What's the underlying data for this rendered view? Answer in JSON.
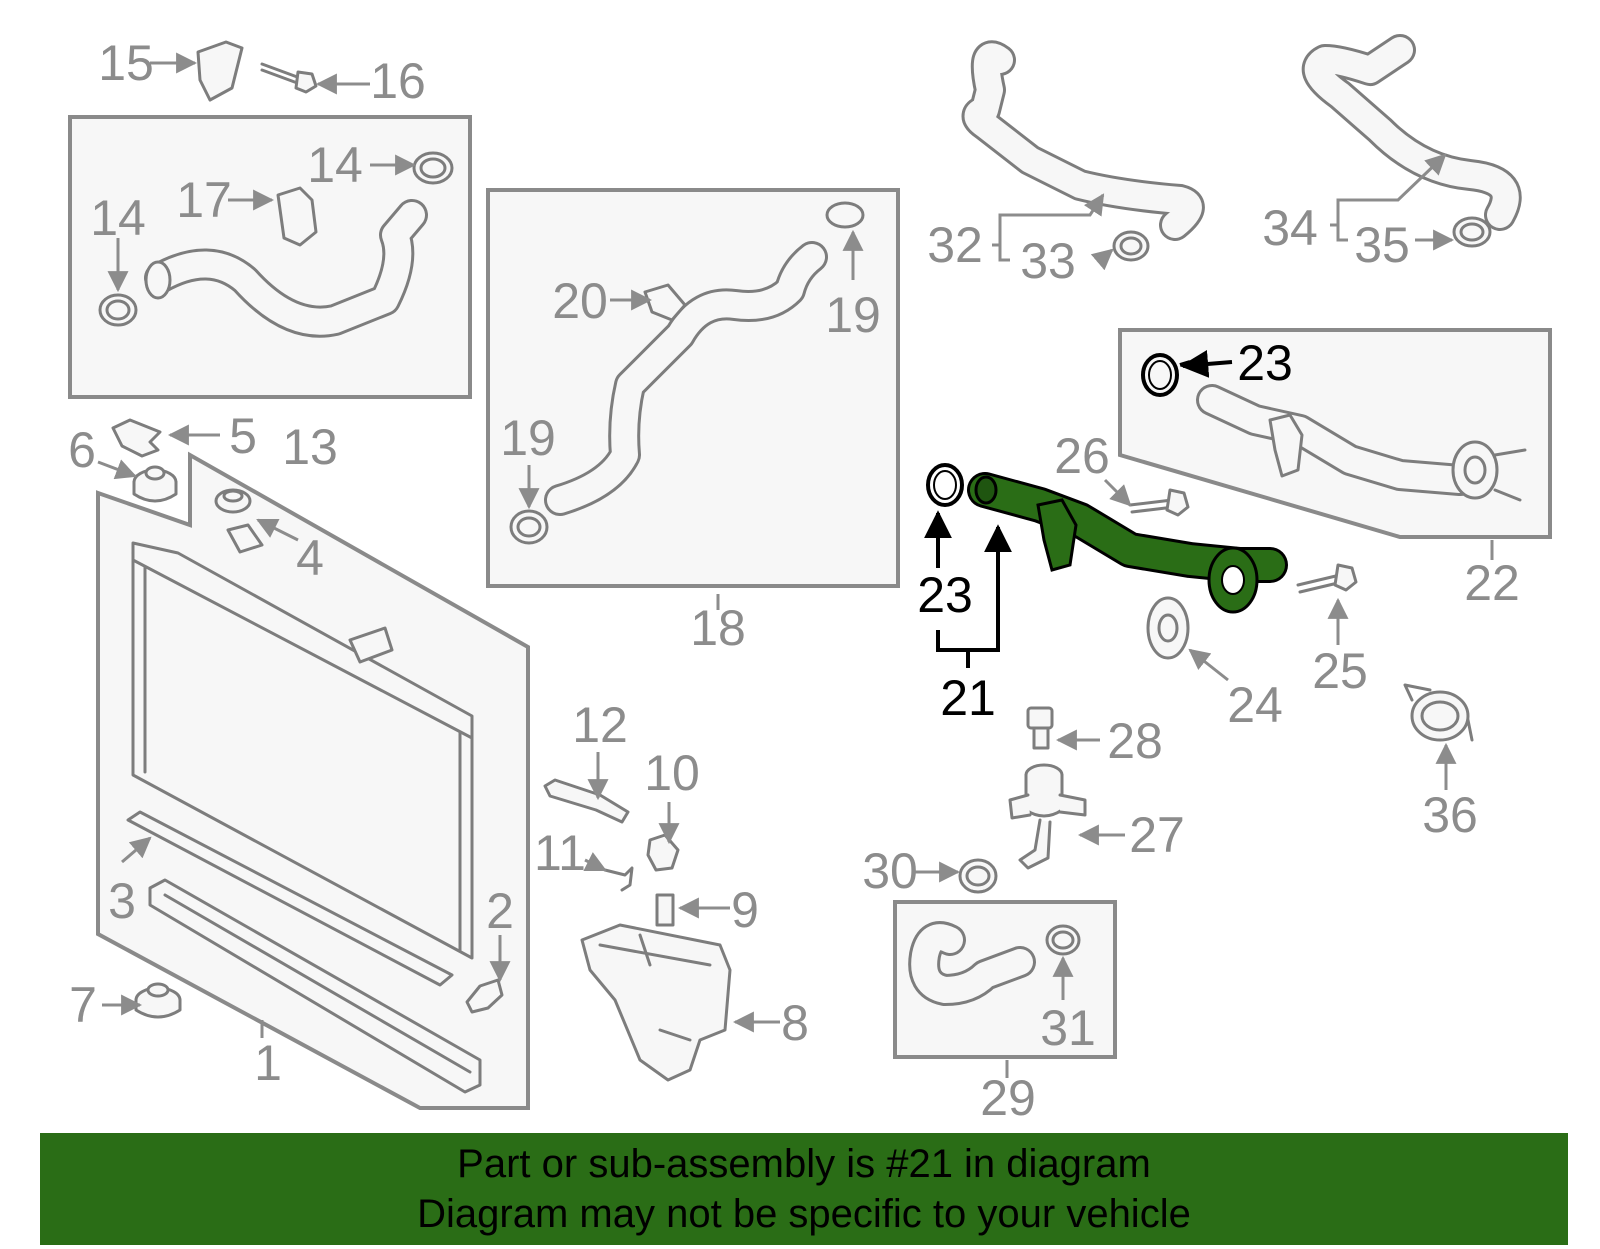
{
  "highlighted_part": "21",
  "colors": {
    "highlight": "#2a6d16",
    "banner": "#2a6d16",
    "part_gray": "#8c8c8c"
  },
  "callouts": {
    "c1": "1",
    "c2": "2",
    "c3": "3",
    "c4": "4",
    "c5": "5",
    "c6": "6",
    "c7": "7",
    "c8": "8",
    "c9": "9",
    "c10": "10",
    "c11": "11",
    "c12": "12",
    "c13": "13",
    "c14a": "14",
    "c14b": "14",
    "c15": "15",
    "c16": "16",
    "c17": "17",
    "c18": "18",
    "c19a": "19",
    "c19b": "19",
    "c20": "20",
    "c21": "21",
    "c22": "22",
    "c23a": "23",
    "c23b": "23",
    "c24": "24",
    "c25": "25",
    "c26": "26",
    "c27": "27",
    "c28": "28",
    "c29": "29",
    "c30": "30",
    "c31": "31",
    "c32": "32",
    "c33": "33",
    "c34": "34",
    "c35": "35",
    "c36": "36"
  },
  "banner": {
    "line1": "Part or sub-assembly is #21 in diagram",
    "line2": "Diagram may not be specific to your vehicle"
  }
}
